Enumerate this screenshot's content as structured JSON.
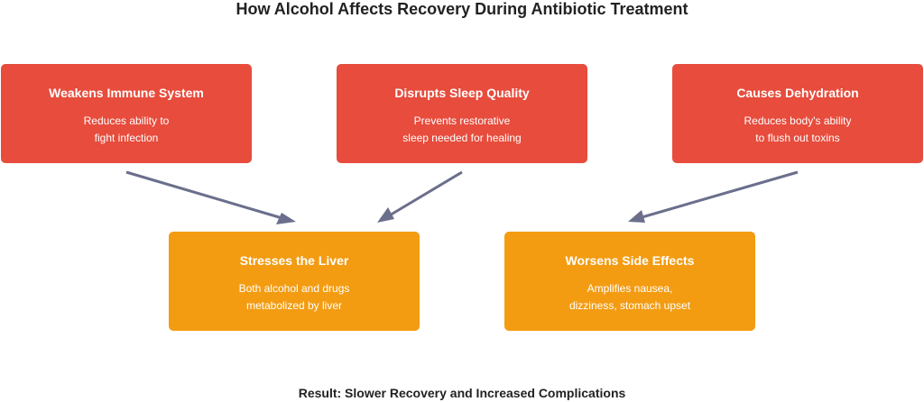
{
  "title": "How Alcohol Affects Recovery During Antibiotic Treatment",
  "colors": {
    "cause_box": "#e74c3c",
    "effect_box": "#f39c12",
    "arrow": "#6b6f8c",
    "text": "#222222"
  },
  "causes": [
    {
      "title": "Weakens Immune System",
      "desc": [
        "Reduces ability to",
        "fight infection"
      ]
    },
    {
      "title": "Disrupts Sleep Quality",
      "desc": [
        "Prevents restorative",
        "sleep needed for healing"
      ]
    },
    {
      "title": "Causes Dehydration",
      "desc": [
        "Reduces body's ability",
        "to flush out toxins"
      ]
    }
  ],
  "effects": [
    {
      "title": "Stresses the Liver",
      "desc": [
        "Both alcohol and drugs",
        "metabolized by liver"
      ]
    },
    {
      "title": "Worsens Side Effects",
      "desc": [
        "Amplifies nausea,",
        "dizziness, stomach upset"
      ]
    }
  ],
  "result": "Result: Slower Recovery and Increased Complications"
}
